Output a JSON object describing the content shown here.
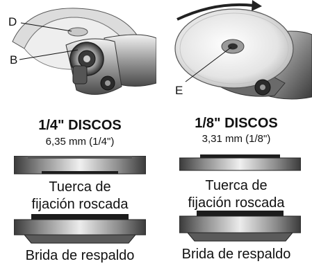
{
  "callouts": {
    "d": "D",
    "b": "B",
    "e": "E"
  },
  "left": {
    "heading": "1/4\" DISCOS",
    "thickness": "6,35 mm (1/4\")",
    "nut_caption_line1": "Tuerca de",
    "nut_caption_line2": "fijación roscada",
    "flange_caption": "Brida de respaldo"
  },
  "right": {
    "heading": "1/8\" DISCOS",
    "thickness": "3,31 mm (1/8\")",
    "nut_caption_line1": "Tuerca de",
    "nut_caption_line2": "fijación roscada",
    "flange_caption": "Brida de respaldo"
  },
  "colors": {
    "metal_dark": "#3c3c3c",
    "metal_mid": "#8a8a8a",
    "metal_light": "#e6e6e6"
  }
}
